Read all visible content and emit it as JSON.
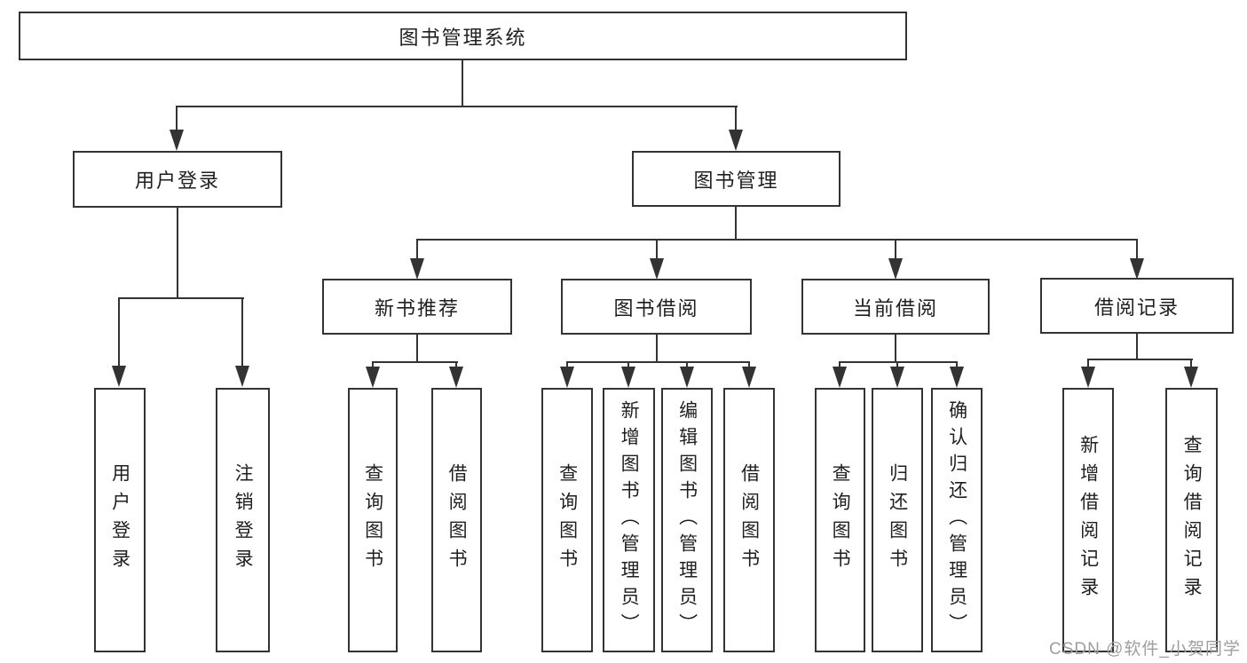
{
  "diagram": {
    "root": {
      "label": "图书管理系统"
    },
    "user_login": {
      "label": "用户登录",
      "children": {
        "login": "用户登录",
        "logout": "注销登录"
      }
    },
    "book_management": {
      "label": "图书管理",
      "new_book": {
        "label": "新书推荐",
        "children": {
          "query_books": "查询图书",
          "borrow_books": "借阅图书"
        }
      },
      "book_borrow": {
        "label": "图书借阅",
        "children": {
          "query_books": "查询图书",
          "add_books_admin": "新增图书（管理员）",
          "edit_books_admin": "编辑图书（管理员）",
          "borrow_books": "借阅图书"
        }
      },
      "current_borrow": {
        "label": "当前借阅",
        "children": {
          "query_books": "查询图书",
          "return_books": "归还图书",
          "confirm_return_admin": "确认归还（管理员）"
        }
      },
      "borrow_records": {
        "label": "借阅记录",
        "children": {
          "add_record": "新增借阅记录",
          "query_record": "查询借阅记录"
        }
      }
    }
  },
  "watermark": "CSDN @软件_小贺同学",
  "colors": {
    "line": "#333333",
    "text": "#1f1f1f",
    "watermark": "#9e9e9e",
    "background": "#ffffff"
  }
}
